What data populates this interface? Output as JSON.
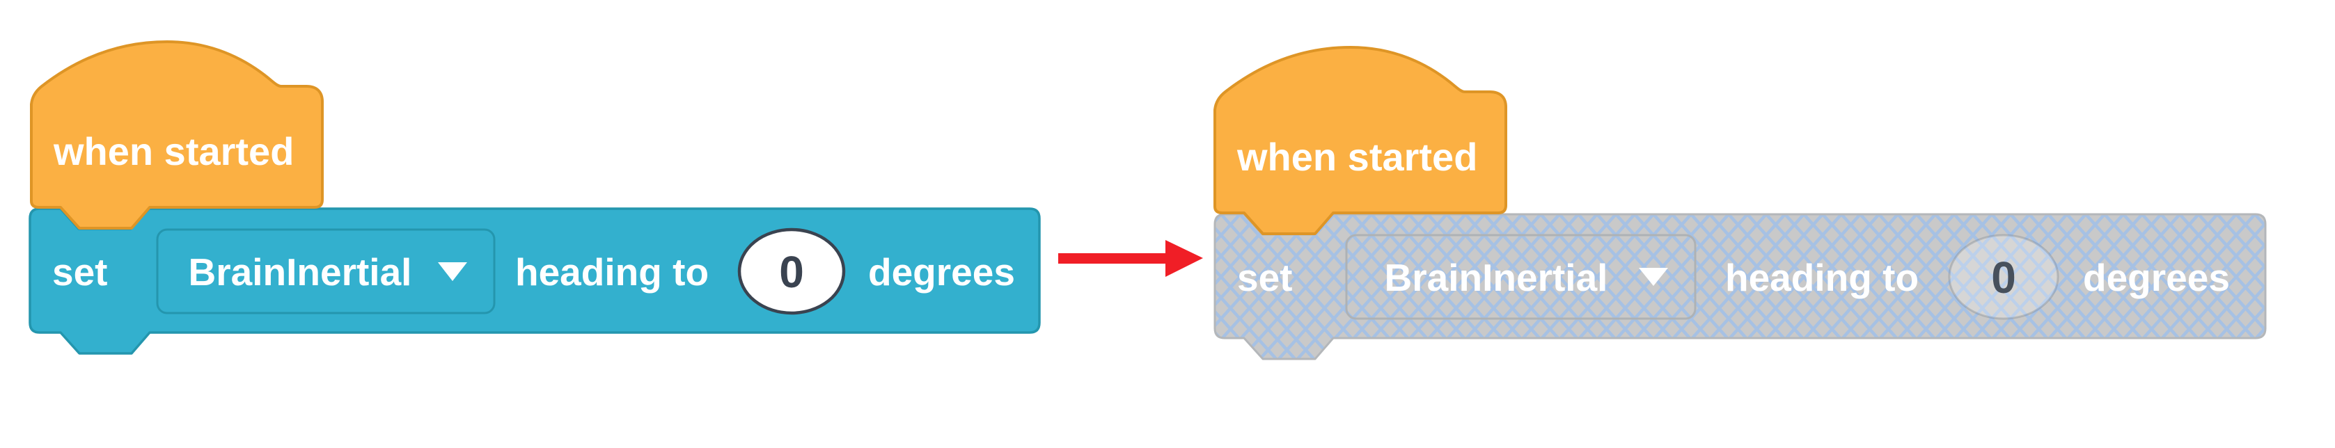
{
  "left_script": {
    "state": "enabled",
    "hat_label": "when started",
    "block": {
      "set_label": "set",
      "device_value": "BrainInertial",
      "heading_label": "heading to",
      "heading_value": "0",
      "degrees_label": "degrees"
    }
  },
  "right_script": {
    "state": "disabled",
    "hat_label": "when started",
    "block": {
      "set_label": "set",
      "device_value": "BrainInertial",
      "heading_label": "heading to",
      "heading_value": "0",
      "degrees_label": "degrees"
    }
  },
  "arrow": {
    "direction": "right",
    "color": "#F01E26"
  },
  "colors": {
    "hat_fill": "#FBB043",
    "hat_border": "#DE9526",
    "block_fill": "#33B0CE",
    "block_border": "#2496AE",
    "disabled_fill": "#C9C9C9",
    "disabled_hatch_line": "#A6C1E4",
    "disabled_border": "#B4B7BA",
    "label_text": "#FFFFFF",
    "value_text": "#3A4350",
    "disabled_value_text": "#47505C",
    "background": "#FFFFFF"
  }
}
